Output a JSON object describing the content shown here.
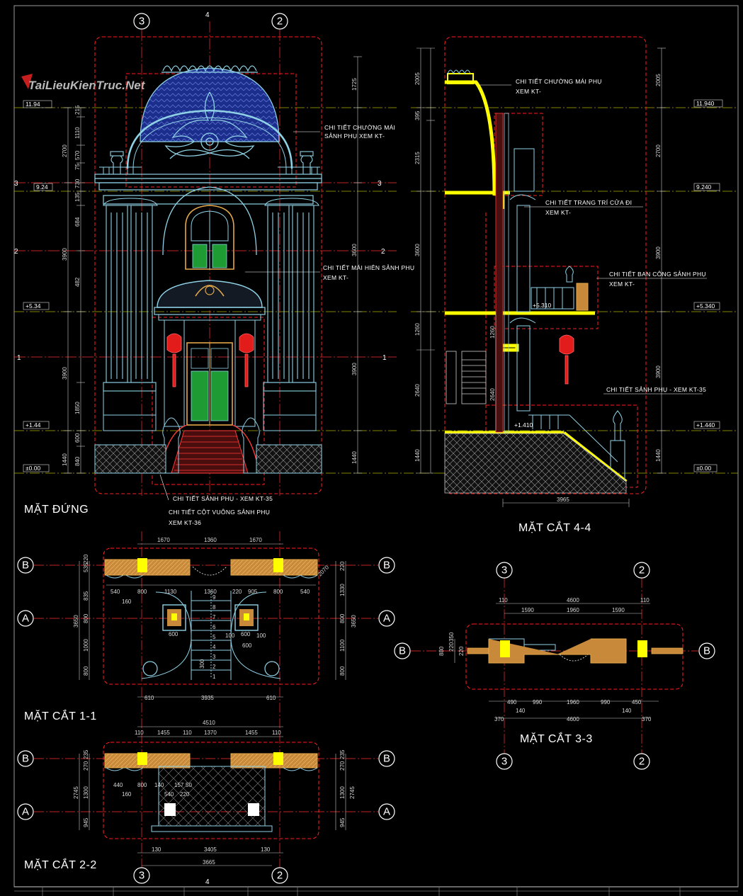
{
  "watermark": "TaiLieuKienTruc.Net",
  "colors": {
    "background": "#000000",
    "axis_line": "#ff3030",
    "level_line": "#d0d000",
    "dimension": "#c8c8c8",
    "ornament": "#8fd2e6",
    "roof": "#1c2e8c",
    "section_cut": "#ffff00",
    "highlight_box": "#ff2020"
  },
  "titles": {
    "elevation": "MẶT ĐỨNG",
    "section_44": "MẶT CẮT 4-4",
    "section_11": "MẶT CẮT 1-1",
    "section_33": "MẶT CẮT 3-3",
    "section_22": "MẶT CẮT 2-2"
  },
  "grid_bubbles": {
    "col3": "3",
    "col2": "2",
    "col4": "4",
    "rowB": "B",
    "rowA": "A"
  },
  "elevation_levels": {
    "l1": "11.94",
    "l2": "9.24",
    "l3": "+5.34",
    "l4": "+1.44",
    "l5": "±0.00",
    "axis3": "3",
    "axis2": "2",
    "axis1": "1"
  },
  "section_levels": {
    "l1": "11.940",
    "l2": "9.240",
    "l3": "+5.340",
    "l4": "+1.440",
    "l5": "±0.00",
    "porch": "+5.310",
    "stair": "+1.410"
  },
  "elevation_dims_left": [
    "215",
    "1110",
    "570",
    "75",
    "730",
    "135",
    "684",
    "482",
    "1850",
    "600",
    "840",
    "1440",
    "2700",
    "3900",
    "3900"
  ],
  "elevation_dims_right": [
    "1725",
    "3600",
    "3900",
    "1440"
  ],
  "section_dims_left": [
    "2005",
    "395",
    "2315",
    "3600",
    "1260",
    "2640",
    "1440"
  ],
  "section_dims_right": [
    "2005",
    "2700",
    "3900",
    "3900",
    "1440"
  ],
  "section_dims_mid": [
    "1260",
    "2640"
  ],
  "section_bottom_dim": "3965",
  "notes": {
    "elev_roof_1": "CHI TIẾT CHƯỜNG MÁI",
    "elev_roof_2": "SẢNH PHỤ XEM KT-",
    "elev_canopy_1": "CHI TIẾT MÁI HIÊN SẢNH PHỤ",
    "elev_canopy_2": "XEM KT-",
    "elev_lobby": "CHI TIẾT SẢNH PHỤ - XEM KT-35",
    "elev_col_1": "CHI TIẾT CỘT VUÔNG SẢNH PHỤ",
    "elev_col_2": "XEM KT-36",
    "sec_roof_1": "CHI TIẾT CHƯỜNG MÁI PHỤ",
    "sec_roof_2": "XEM KT-",
    "sec_door_1": "CHI TIẾT TRANG TRÍ CỬA ĐI",
    "sec_door_2": "XEM KT-",
    "sec_bal_1": "CHI TIẾT BAN CÔNG SẢNH PHỤ",
    "sec_bal_2": "XEM KT-",
    "sec_lobby": "CHI TIẾT SẢNH PHỤ - XEM KT-35"
  },
  "plan11": {
    "top": [
      "1670",
      "1360",
      "1670"
    ],
    "row": [
      "540",
      "800",
      "1130",
      "1360",
      "220",
      "905",
      "800",
      "540"
    ],
    "small": [
      "160",
      "600",
      "600",
      "100",
      "100",
      "600"
    ],
    "left": [
      "535",
      "220",
      "835",
      "3650",
      "800",
      "1000",
      "800"
    ],
    "right": [
      "220",
      "1330",
      "3650",
      "800",
      "1100",
      "800"
    ],
    "stairs": [
      "9",
      "8",
      "7",
      "6",
      "5",
      "4",
      "3",
      "2",
      "1"
    ],
    "riser": "300",
    "bottom": [
      "610",
      "3935",
      "610"
    ],
    "angle": "2070"
  },
  "plan33": {
    "top": [
      "110",
      "4600",
      "110"
    ],
    "mid": [
      "1590",
      "1960",
      "1590"
    ],
    "left": [
      "880",
      "220",
      "350",
      "220"
    ],
    "low": [
      "490",
      "990",
      "1960",
      "990",
      "450"
    ],
    "low2": [
      "140",
      "140"
    ],
    "bottom": [
      "370",
      "4600",
      "370"
    ]
  },
  "plan22": {
    "top_total": "4510",
    "top": [
      "110",
      "1455",
      "110",
      "1370",
      "1455",
      "110"
    ],
    "row": [
      "440",
      "800",
      "140",
      "157",
      "50"
    ],
    "row2": [
      "160",
      "540",
      "220"
    ],
    "left": [
      "235",
      "270",
      "2745",
      "1300",
      "945"
    ],
    "right": [
      "235",
      "270",
      "2745",
      "1300",
      "945"
    ],
    "bottom1": [
      "130",
      "3405",
      "130"
    ],
    "bottom2": "3665"
  }
}
